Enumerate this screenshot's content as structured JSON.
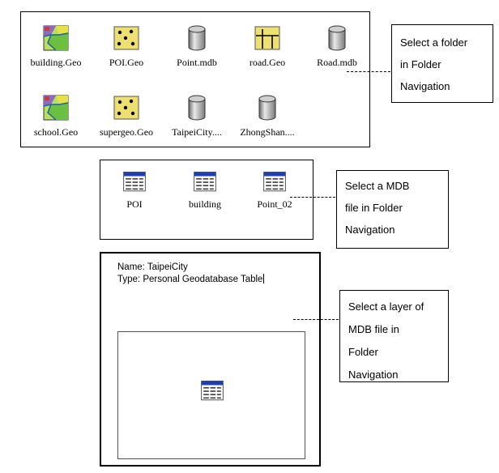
{
  "folder_contents": {
    "items": [
      {
        "label": "building.Geo",
        "icon": "polygon-layer-icon"
      },
      {
        "label": "POI.Geo",
        "icon": "point-layer-icon"
      },
      {
        "label": "Point.mdb",
        "icon": "database-icon"
      },
      {
        "label": "road.Geo",
        "icon": "line-layer-icon"
      },
      {
        "label": "Road.mdb",
        "icon": "database-icon"
      },
      {
        "label": "school.Geo",
        "icon": "polygon-layer-icon"
      },
      {
        "label": "supergeo.Geo",
        "icon": "point-layer-icon"
      },
      {
        "label": "TaipeiCity....",
        "icon": "database-icon"
      },
      {
        "label": "ZhongShan....",
        "icon": "database-icon"
      }
    ]
  },
  "mdb_contents": {
    "items": [
      {
        "label": "POI",
        "icon": "table-icon"
      },
      {
        "label": "building",
        "icon": "table-icon"
      },
      {
        "label": "Point_02",
        "icon": "table-icon"
      }
    ]
  },
  "layer_preview": {
    "name_line": "Name: TaipeiCity",
    "type_line": "Type: Personal Geodatabase Table",
    "icon": "table-icon"
  },
  "callouts": [
    {
      "lines": [
        "Select a folder",
        "in Folder",
        "Navigation"
      ]
    },
    {
      "lines": [
        "Select a MDB",
        "file in Folder",
        "Navigation"
      ]
    },
    {
      "lines": [
        "Select a layer of",
        "MDB file in",
        "Folder",
        "Navigation"
      ]
    }
  ]
}
